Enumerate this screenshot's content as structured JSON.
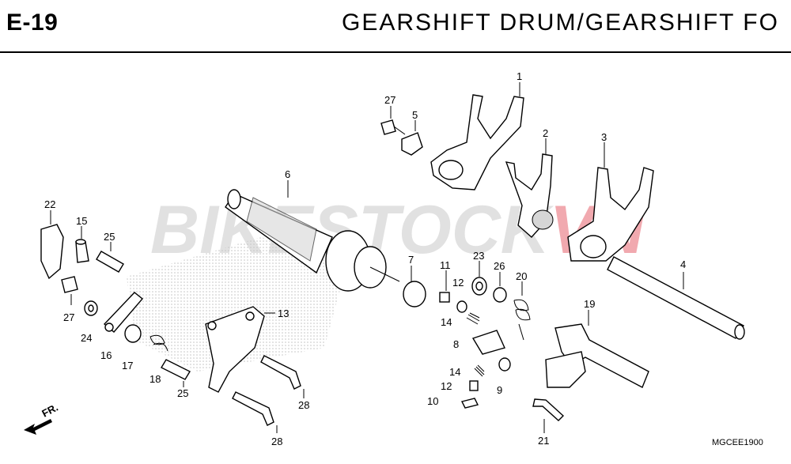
{
  "header": {
    "code": "E-19",
    "title": "GEARSHIFT  DRUM/GEARSHIFT  FO"
  },
  "watermark": {
    "part1": "BIKESTOCK",
    "part2": "VN"
  },
  "callouts": [
    "1",
    "2",
    "3",
    "4",
    "5",
    "6",
    "7",
    "8",
    "9",
    "10",
    "11",
    "12",
    "12",
    "13",
    "14",
    "14",
    "15",
    "16",
    "17",
    "18",
    "19",
    "20",
    "21",
    "22",
    "23",
    "24",
    "25",
    "25",
    "26",
    "27",
    "27",
    "28",
    "28"
  ],
  "ref_code": "MGCEE1900",
  "direction": "FR.",
  "colors": {
    "watermark_red": "#e7646e",
    "watermark_grey": "#c9c9c9"
  }
}
